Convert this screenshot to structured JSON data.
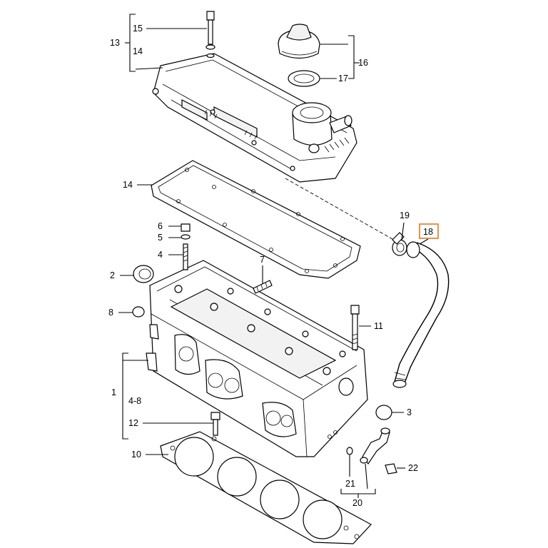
{
  "callouts": {
    "c1": "1",
    "c2": "2",
    "c3": "3",
    "c4": "4",
    "c5": "5",
    "c6": "6",
    "c7": "7",
    "c8": "8",
    "c10": "10",
    "c11": "11",
    "c12": "12",
    "c13": "13",
    "c14a": "14",
    "c14b": "14",
    "c15": "15",
    "c16": "16",
    "c17": "17",
    "c18": "18",
    "c19": "19",
    "c20": "20",
    "c21": "21",
    "c22": "22",
    "c48": "4-8"
  },
  "highlight": {
    "callout": "18",
    "color": "#e07a1f"
  }
}
